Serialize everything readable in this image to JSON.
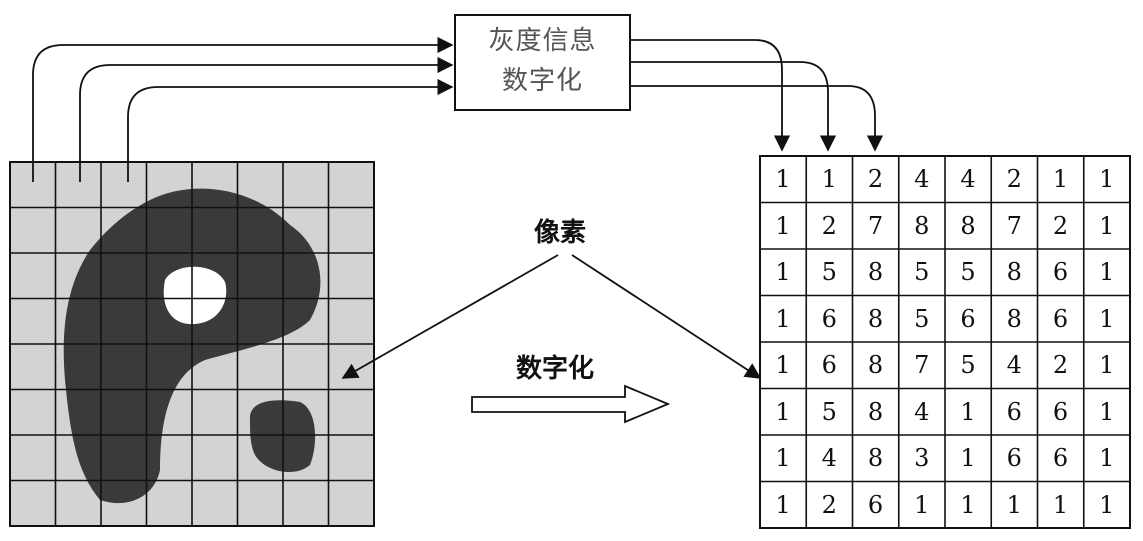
{
  "process_box": {
    "line1": "灰度信息",
    "line2": "数字化"
  },
  "pixel_label": "像素",
  "digitize_label": "数字化",
  "matrix": [
    [
      "1",
      "1",
      "2",
      "4",
      "4",
      "2",
      "1",
      "1"
    ],
    [
      "1",
      "2",
      "7",
      "8",
      "8",
      "7",
      "2",
      "1"
    ],
    [
      "1",
      "5",
      "8",
      "5",
      "5",
      "8",
      "6",
      "1"
    ],
    [
      "1",
      "6",
      "8",
      "5",
      "6",
      "8",
      "6",
      "1"
    ],
    [
      "1",
      "6",
      "8",
      "7",
      "5",
      "4",
      "2",
      "1"
    ],
    [
      "1",
      "5",
      "8",
      "4",
      "1",
      "6",
      "6",
      "1"
    ],
    [
      "1",
      "4",
      "8",
      "3",
      "1",
      "6",
      "6",
      "1"
    ],
    [
      "1",
      "2",
      "6",
      "1",
      "1",
      "1",
      "1",
      "1"
    ]
  ],
  "colors": {
    "grid_fill": "#d3d3d3",
    "blob": "#3a3a3a",
    "line": "#111111"
  }
}
